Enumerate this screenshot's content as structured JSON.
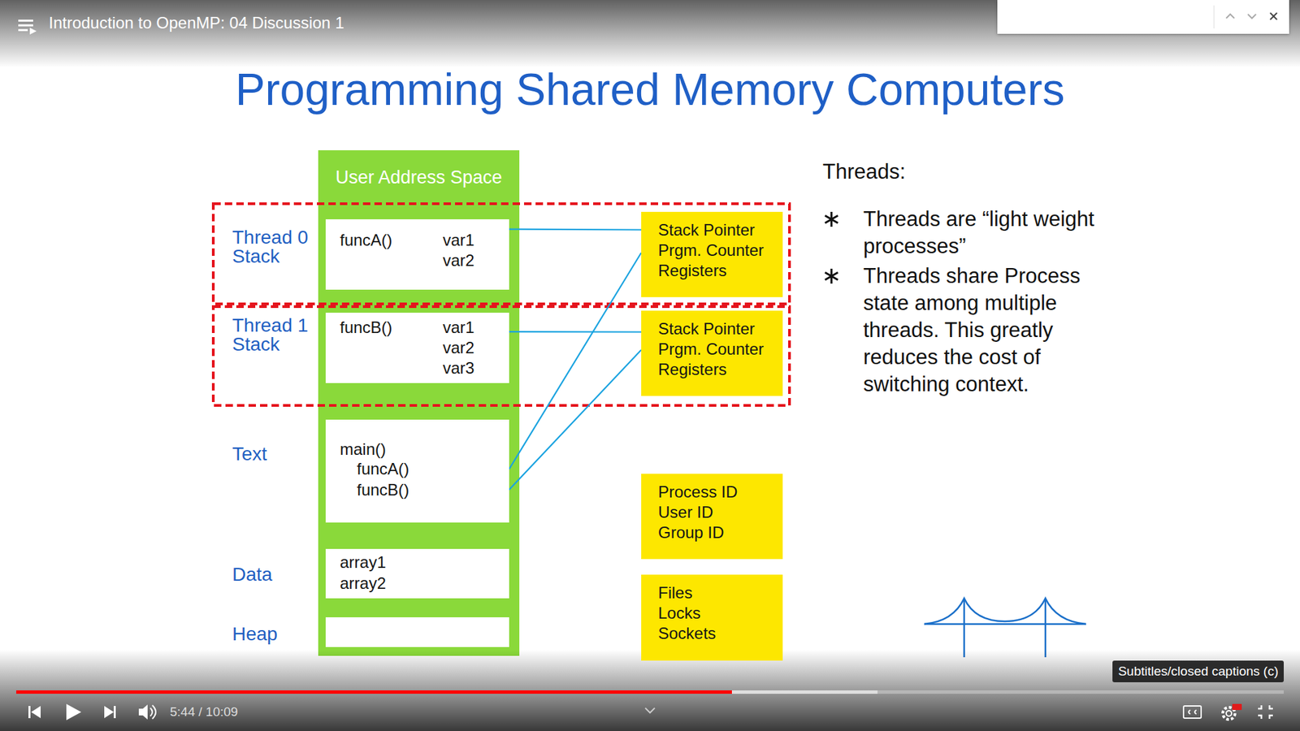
{
  "diagram": {
    "title": "Programming Shared Memory Computers",
    "nodes": [
      {
        "text": [
          "User Address Space"
        ]
      },
      {
        "text": [
          "Thread 0 Stack",
          "funcA()",
          "var1",
          "var2"
        ],
        "in": 0
      },
      {
        "text": [
          "Thread 1 Stack",
          "funcB()",
          "var1",
          "var2",
          "var3"
        ],
        "in": 0
      },
      {
        "text": [
          "Text",
          "main()",
          "funcA()",
          "funcB()"
        ],
        "in": 0
      },
      {
        "text": [
          "Data",
          "array1",
          "array2"
        ],
        "in": 0
      },
      {
        "text": [
          "Heap"
        ],
        "in": 0
      },
      {
        "text": [
          "Stack Pointer",
          "Prgm. Counter",
          "Registers"
        ]
      },
      {
        "text": [
          "Stack Pointer",
          "Prgm. Counter",
          "Registers"
        ]
      },
      {
        "text": [
          "Process ID",
          "User ID",
          "Group ID"
        ]
      },
      {
        "text": [
          "Files",
          "Locks",
          "Sockets"
        ]
      }
    ],
    "edges": [
      {
        "from": 1,
        "to": 6,
        "arrow": "none"
      },
      {
        "from": 2,
        "to": 7,
        "arrow": "none"
      },
      {
        "from": 3,
        "to": 6,
        "arrow": "none"
      },
      {
        "from": 3,
        "to": 7,
        "arrow": "none"
      }
    ],
    "labels": [
      "Introduction to OpenMP: 04 Discussion 1",
      "Threads:",
      "Threads are “light weight processes”",
      "Threads share Process state among multiple threads. This greatly reduces the cost of switching context.",
      "5:44 / 10:09",
      "Subtitles/closed captions (c)"
    ]
  }
}
